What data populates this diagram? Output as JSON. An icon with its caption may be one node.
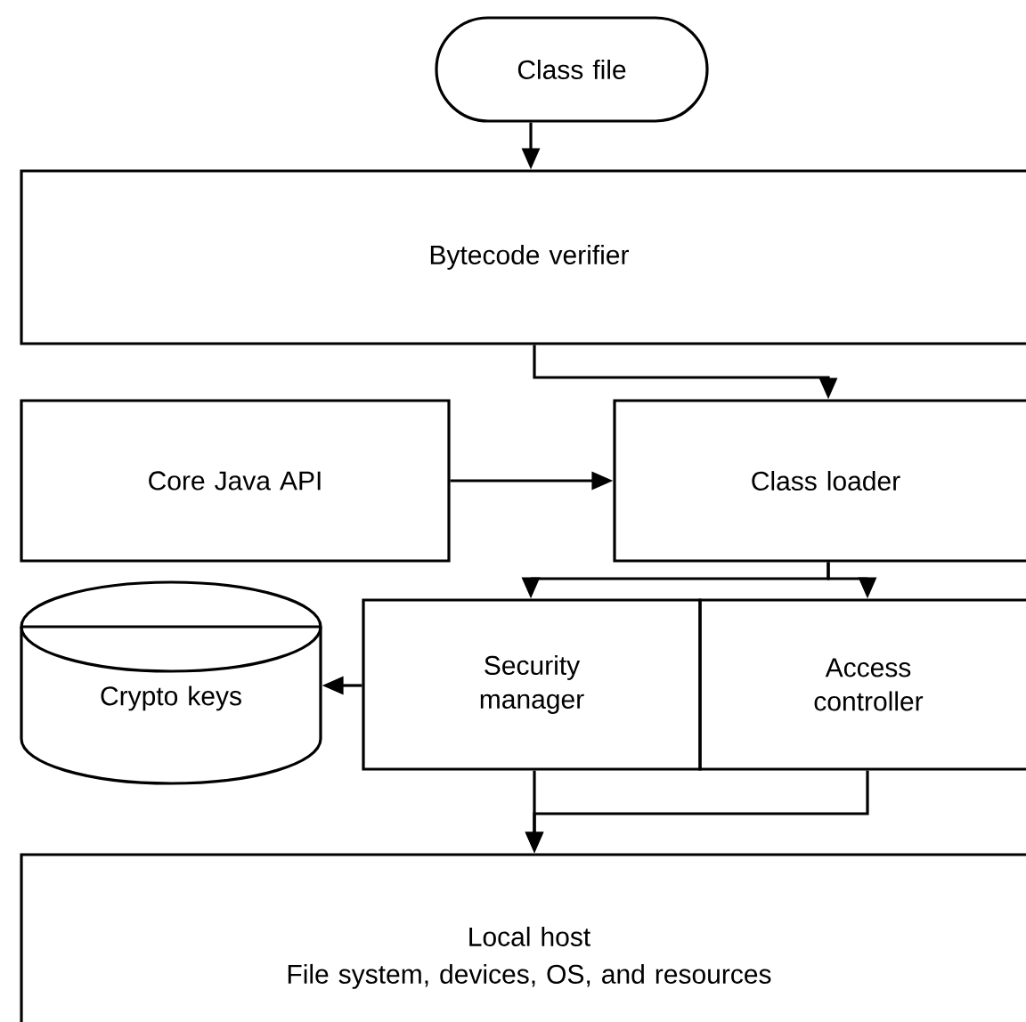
{
  "diagram": {
    "nodes": [
      {
        "text": [
          "Class file"
        ]
      },
      {
        "text": [
          "Bytecode verifier"
        ]
      },
      {
        "text": [
          "Core Java API"
        ]
      },
      {
        "text": [
          "Class loader"
        ]
      },
      {
        "text": [
          "Security manager"
        ]
      },
      {
        "text": [
          "Access controller"
        ]
      },
      {
        "text": [
          "Crypto keys"
        ]
      },
      {
        "text": [
          "Local host",
          "File system, devices, OS, and resources"
        ]
      }
    ],
    "edges": [
      {
        "from": 0,
        "to": 1,
        "arrow": "to"
      },
      {
        "from": 1,
        "to": 3,
        "arrow": "to"
      },
      {
        "from": 2,
        "to": 3,
        "arrow": "to"
      },
      {
        "from": 3,
        "to": 4,
        "arrow": "to"
      },
      {
        "from": 3,
        "to": 5,
        "arrow": "to"
      },
      {
        "from": 4,
        "to": 6,
        "arrow": "to"
      },
      {
        "from": 4,
        "to": 7,
        "arrow": "to"
      },
      {
        "from": 5,
        "to": 7,
        "arrow": "to"
      }
    ]
  }
}
